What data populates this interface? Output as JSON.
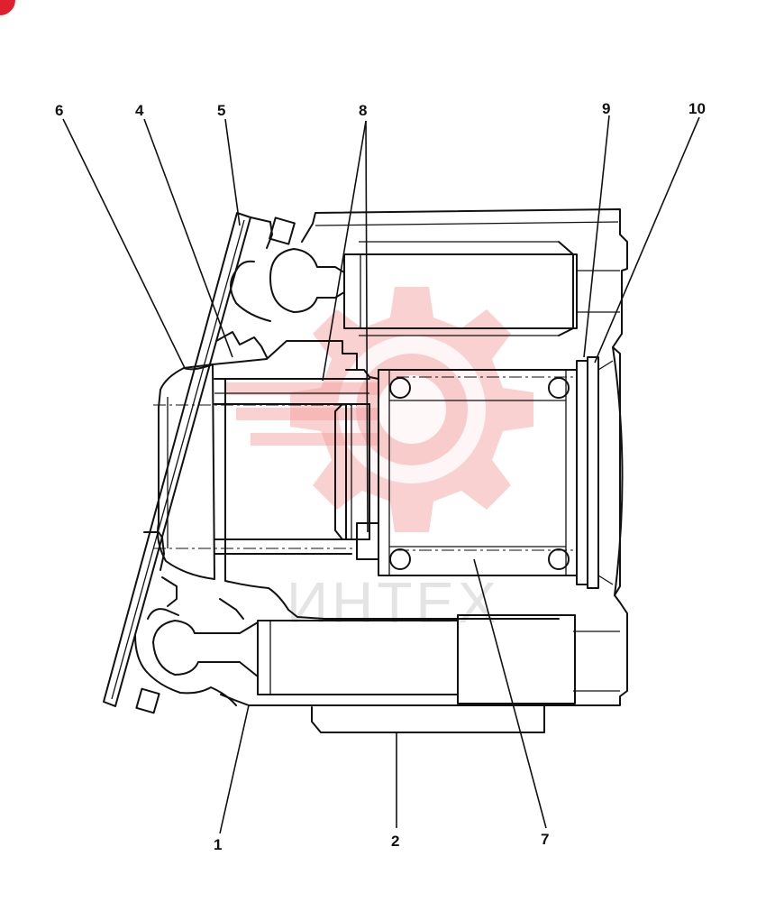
{
  "callouts": [
    {
      "id": "c1",
      "label": "1"
    },
    {
      "id": "c2",
      "label": "2"
    },
    {
      "id": "c4",
      "label": "4"
    },
    {
      "id": "c5",
      "label": "5"
    },
    {
      "id": "c6",
      "label": "6"
    },
    {
      "id": "c7",
      "label": "7"
    },
    {
      "id": "c8",
      "label": "8"
    },
    {
      "id": "c9",
      "label": "9"
    },
    {
      "id": "c10",
      "label": "10"
    }
  ],
  "watermark": {
    "text": "ИНТЕХ",
    "color": "#f39a9a"
  },
  "colors": {
    "stroke": "#111111",
    "background": "#ffffff",
    "corner_mark": "#e0202e"
  }
}
